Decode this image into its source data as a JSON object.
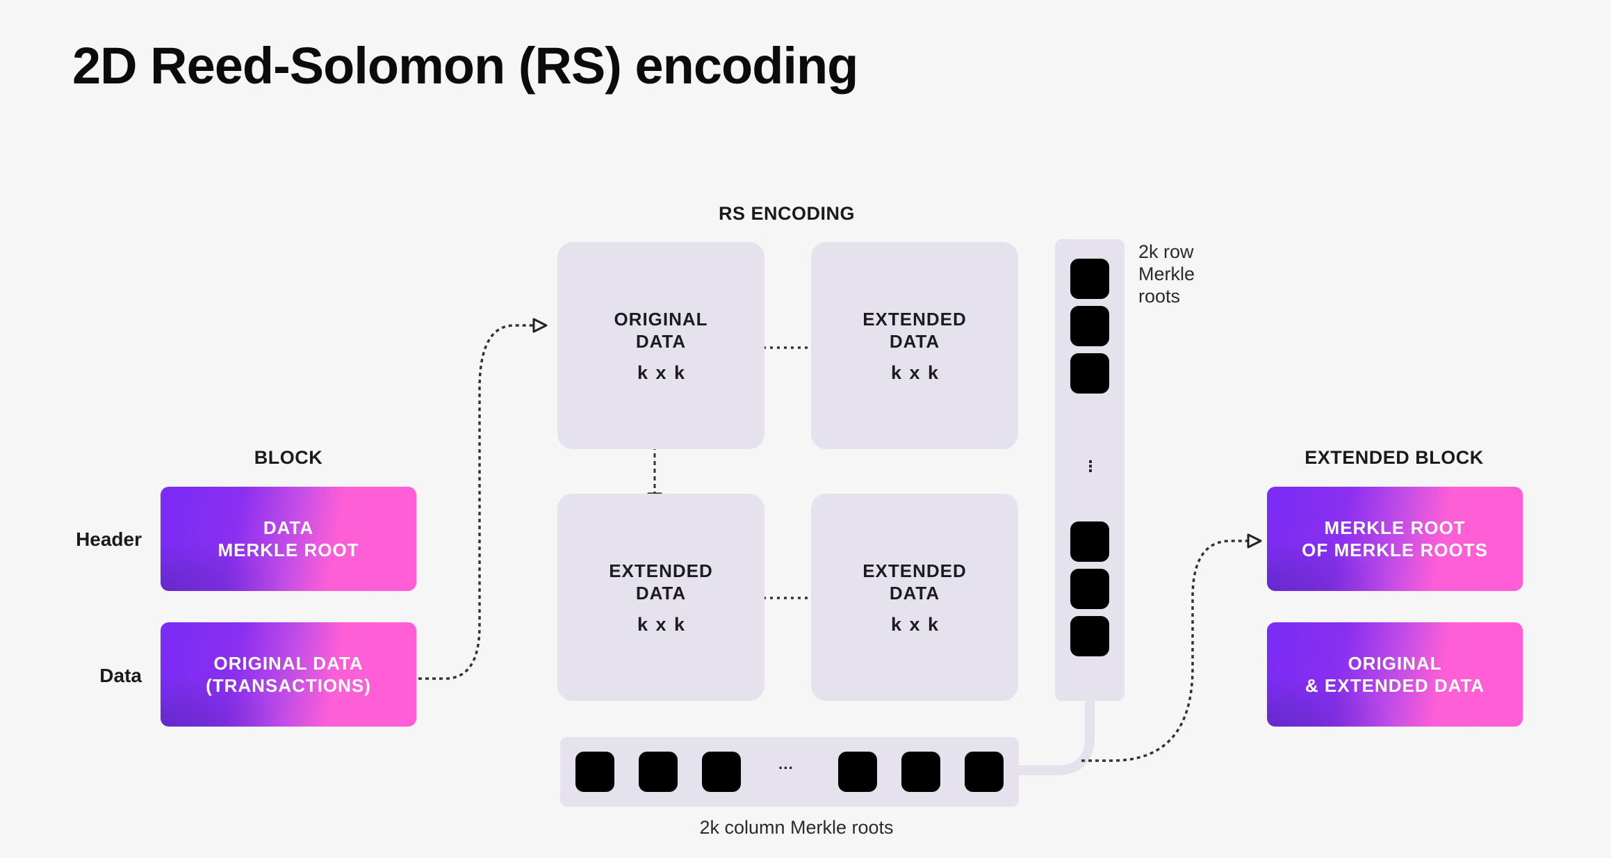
{
  "title": "2D Reed-Solomon (RS) encoding",
  "block": {
    "label": "BLOCK",
    "rows": [
      {
        "row_label": "Header",
        "box_text": "DATA\nMERKLE ROOT"
      },
      {
        "row_label": "Data",
        "box_text": "ORIGINAL DATA\n(TRANSACTIONS)"
      }
    ]
  },
  "rs_encoding": {
    "label": "RS ENCODING",
    "cells": [
      {
        "title": "ORIGINAL\nDATA",
        "dim": "k x k"
      },
      {
        "title": "EXTENDED\nDATA",
        "dim": "k x k"
      },
      {
        "title": "EXTENDED\nDATA",
        "dim": "k x k"
      },
      {
        "title": "EXTENDED\nDATA",
        "dim": "k x k"
      }
    ]
  },
  "row_roots": {
    "caption": "2k row\nMerkle\nroots",
    "ellipsis": "⋮",
    "visible_count": 6
  },
  "column_roots": {
    "caption": "2k column Merkle roots",
    "ellipsis": "···",
    "visible_count": 6
  },
  "extended_block": {
    "label": "EXTENDED BLOCK",
    "boxes": [
      {
        "box_text": "MERKLE ROOT\nOF MERKLE ROOTS"
      },
      {
        "box_text": "ORIGINAL\n& EXTENDED DATA"
      }
    ]
  },
  "colors": {
    "background": "#f6f6f7",
    "cell_fill": "#e5e2ee",
    "gradient_start": "#7a2cf5",
    "gradient_end": "#ff5ed7",
    "root_square": "#000000",
    "arrow": "#333333"
  }
}
